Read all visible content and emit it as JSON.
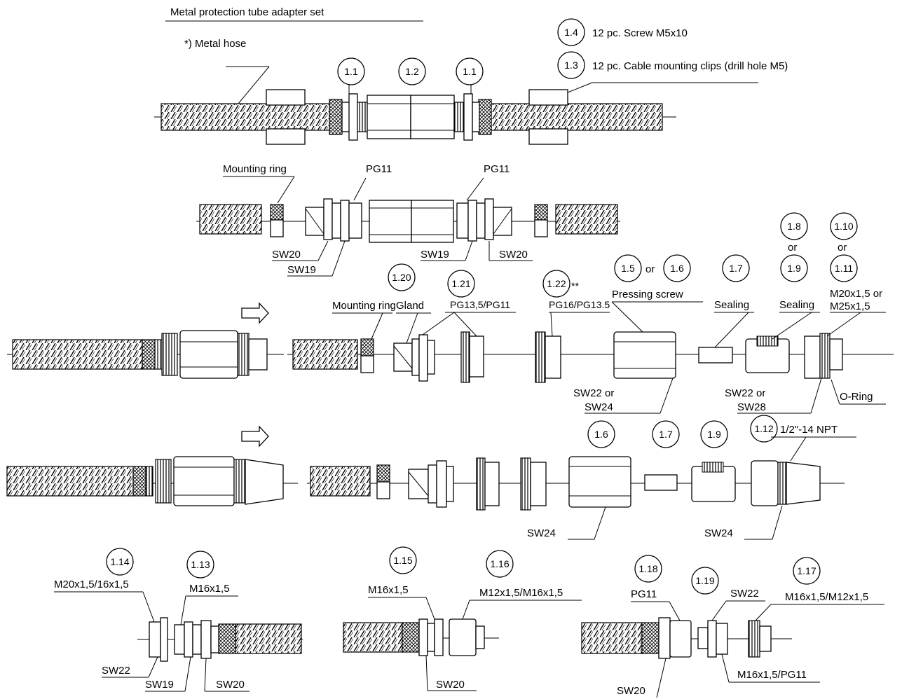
{
  "title": "Metal protection tube adapter set",
  "metal_hose_note": "*)  Metal hose",
  "screw_item": {
    "number": "1.4",
    "text": "12 pc. Screw M5x10"
  },
  "clips_item": {
    "number": "1.3",
    "text": "12 pc. Cable mounting clips (drill hole M5)"
  },
  "row1": {
    "numbers": [
      "1.1",
      "1.2",
      "1.1"
    ]
  },
  "row2": {
    "mounting_ring": "Mounting ring",
    "pg_left": "PG11",
    "pg_right": "PG11",
    "sw20_left": "SW20",
    "sw19_left": "SW19",
    "sw19_right": "SW19",
    "sw20_right": "SW20"
  },
  "row3": {
    "numbers": {
      "n120": "1.20",
      "n121": "1.21",
      "n122": "1.22",
      "n15": "1.5",
      "n16": "1.6",
      "n17": "1.7",
      "n18": "1.8",
      "n19": "1.9",
      "n110": "1.10",
      "n111": "1.11"
    },
    "or": "or",
    "double_star": "**",
    "mounting_ring": "Mounting ring",
    "gland": "Gland",
    "pg135_pg11": "PG13,5/PG11",
    "pg16_pg135": "PG16/PG13.5",
    "pressing_screw": "Pressing screw",
    "sealing_1": "Sealing",
    "sealing_2": "Sealing",
    "m20_or": "M20x1,5 or",
    "m25": "M25x1,5",
    "sw22_or_1": "SW22 or",
    "sw24": "SW24",
    "sw22_or_2": "SW22 or",
    "sw28": "SW28",
    "oring": "O-Ring"
  },
  "row4": {
    "numbers": {
      "n16": "1.6",
      "n17": "1.7",
      "n19": "1.9",
      "n112": "1.12"
    },
    "npt": "1/2\"-14 NPT",
    "sw24_left": "SW24",
    "sw24_right": "SW24"
  },
  "row5": {
    "numbers": {
      "n114": "1.14",
      "n113": "1.13",
      "n115": "1.15",
      "n116": "1.16",
      "n118": "1.18",
      "n119": "1.19",
      "n117": "1.17"
    },
    "m20_16": "M20x1,5/16x1,5",
    "m16_a": "M16x1,5",
    "sw22_a": "SW22",
    "sw19_a": "SW19",
    "sw20_a": "SW20",
    "m16_b": "M16x1,5",
    "m12_m16": "M12x1,5/M16x1,5",
    "sw20_b": "SW20",
    "pg11": "PG11",
    "sw22_c": "SW22",
    "m16_m12": "M16x1,5/M12x1,5",
    "sw20_c": "SW20",
    "m16_pg11": "M16x1,5/PG11"
  }
}
